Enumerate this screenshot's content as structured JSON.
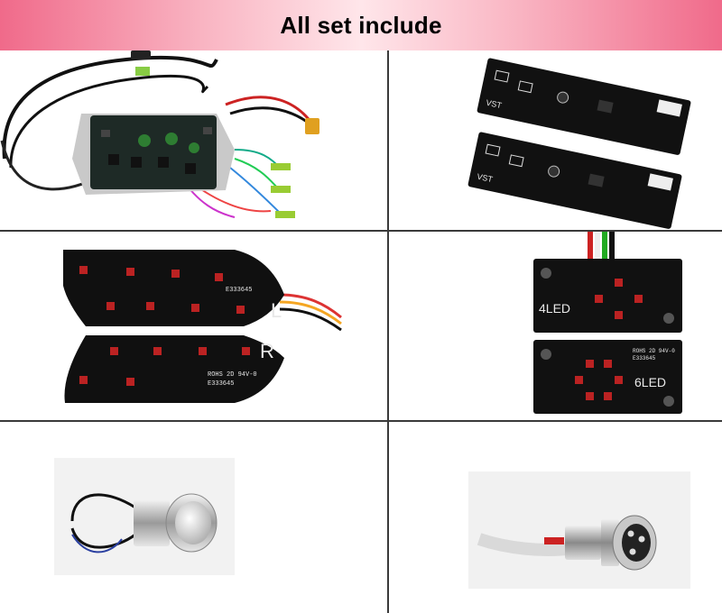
{
  "banner": {
    "title": "All set include"
  },
  "board_labels": {
    "tail_l": "L",
    "tail_r": "R",
    "tail_cert": "E333645",
    "tail_rohs": "ROHS 2D 94V-0",
    "led_4_label": "4LED",
    "led_6_label": "6LED",
    "led_cert": "E333645",
    "led_rohs": "ROHS 2D 94V-0",
    "driver_brand": "VST"
  }
}
